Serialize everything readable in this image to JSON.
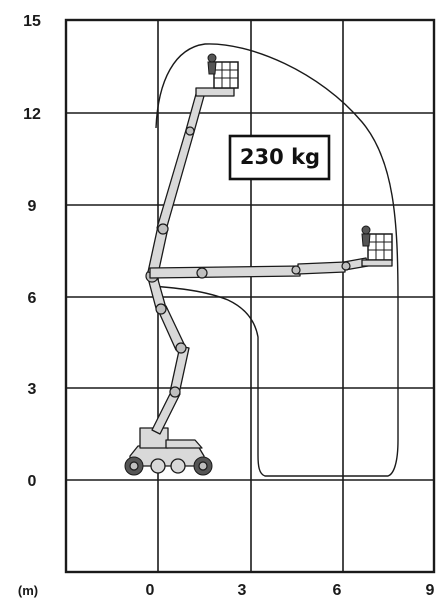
{
  "y_axis": {
    "ticks": [
      "15",
      "12",
      "9",
      "6",
      "3",
      "0"
    ]
  },
  "x_axis": {
    "unit": "(m)",
    "ticks": [
      "0",
      "3",
      "6",
      "9"
    ]
  },
  "capacity_label": "230 kg",
  "colors": {
    "line": "#1a1a1a",
    "boom_fill": "#d9d9d9",
    "background": "#ffffff"
  },
  "icons": [
    "work-platform-basket-icon",
    "boom-lift-machine-icon"
  ]
}
